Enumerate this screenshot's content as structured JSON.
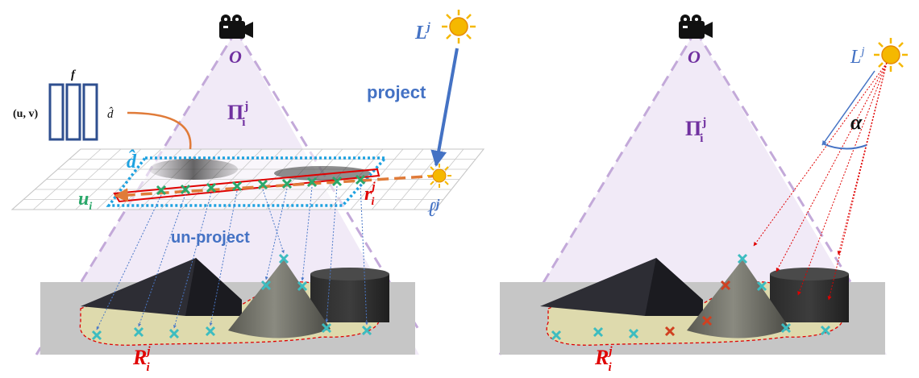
{
  "left_panel": {
    "camera_label": "O",
    "light_label": "L",
    "light_sup": "j",
    "frustum_label": "Π",
    "frustum_sub": "i",
    "frustum_sup": "j",
    "project_label": "project",
    "unproject_label": "un-project",
    "network_input_label": "(u, v)",
    "network_output_label": "d̂",
    "network_name_label": "f",
    "plane_depth_label": "d̂",
    "u_label": "u",
    "u_sub": "i",
    "r_label": "r",
    "r_sub": "i",
    "r_sup": "j",
    "projected_light_label": "ℓ",
    "projected_light_sup": "j",
    "region_label": "R",
    "region_sub": "i",
    "region_sup": "j"
  },
  "right_panel": {
    "camera_label": "O",
    "light_label": "L",
    "light_sup": "j",
    "frustum_label": "Π",
    "frustum_sub": "i",
    "frustum_sup": "j",
    "angle_label": "α",
    "region_label": "R",
    "region_sub": "i",
    "region_sup": "j"
  },
  "colors": {
    "frustum_fill": "#efe6f6",
    "frustum_edge": "#c3a9d9",
    "label_purple": "#7030a0",
    "label_blue": "#4472c4",
    "label_red": "#e00000",
    "plane_dotted": "#1fa2e0",
    "ray_orange": "#e07b39",
    "marker_green": "#2aa86a",
    "marker_teal": "#3cbcc0",
    "marker_red": "#d04020",
    "sun_fill": "#f5b800",
    "ground": "#c6c6c6",
    "shadow_region": "#dcd9a8"
  }
}
